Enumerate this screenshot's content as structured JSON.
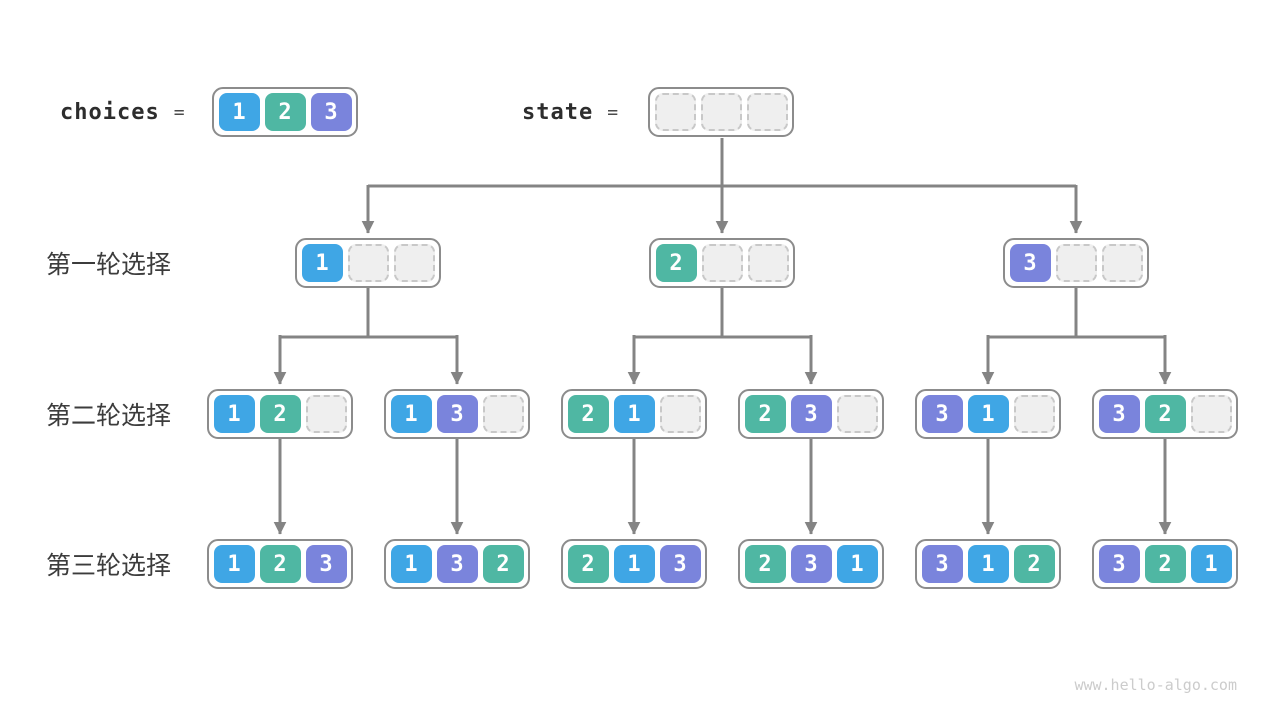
{
  "colors": {
    "1": "#3FA6E5",
    "2": "#4FB7A3",
    "3": "#7A84DC"
  },
  "header": {
    "choices_label": "choices",
    "choices_equals": "=",
    "choices_cells": [
      "1",
      "2",
      "3"
    ],
    "state_label": "state",
    "state_equals": "=",
    "state_cells": [
      "",
      "",
      ""
    ]
  },
  "rows": [
    {
      "label": "第一轮选择",
      "boxes": [
        [
          "1",
          "",
          ""
        ],
        [
          "2",
          "",
          ""
        ],
        [
          "3",
          "",
          ""
        ]
      ]
    },
    {
      "label": "第二轮选择",
      "boxes": [
        [
          "1",
          "2",
          ""
        ],
        [
          "1",
          "3",
          ""
        ],
        [
          "2",
          "1",
          ""
        ],
        [
          "2",
          "3",
          ""
        ],
        [
          "3",
          "1",
          ""
        ],
        [
          "3",
          "2",
          ""
        ]
      ]
    },
    {
      "label": "第三轮选择",
      "boxes": [
        [
          "1",
          "2",
          "3"
        ],
        [
          "1",
          "3",
          "2"
        ],
        [
          "2",
          "1",
          "3"
        ],
        [
          "2",
          "3",
          "1"
        ],
        [
          "3",
          "1",
          "2"
        ],
        [
          "3",
          "2",
          "1"
        ]
      ]
    }
  ],
  "watermark": "www.hello-algo.com"
}
